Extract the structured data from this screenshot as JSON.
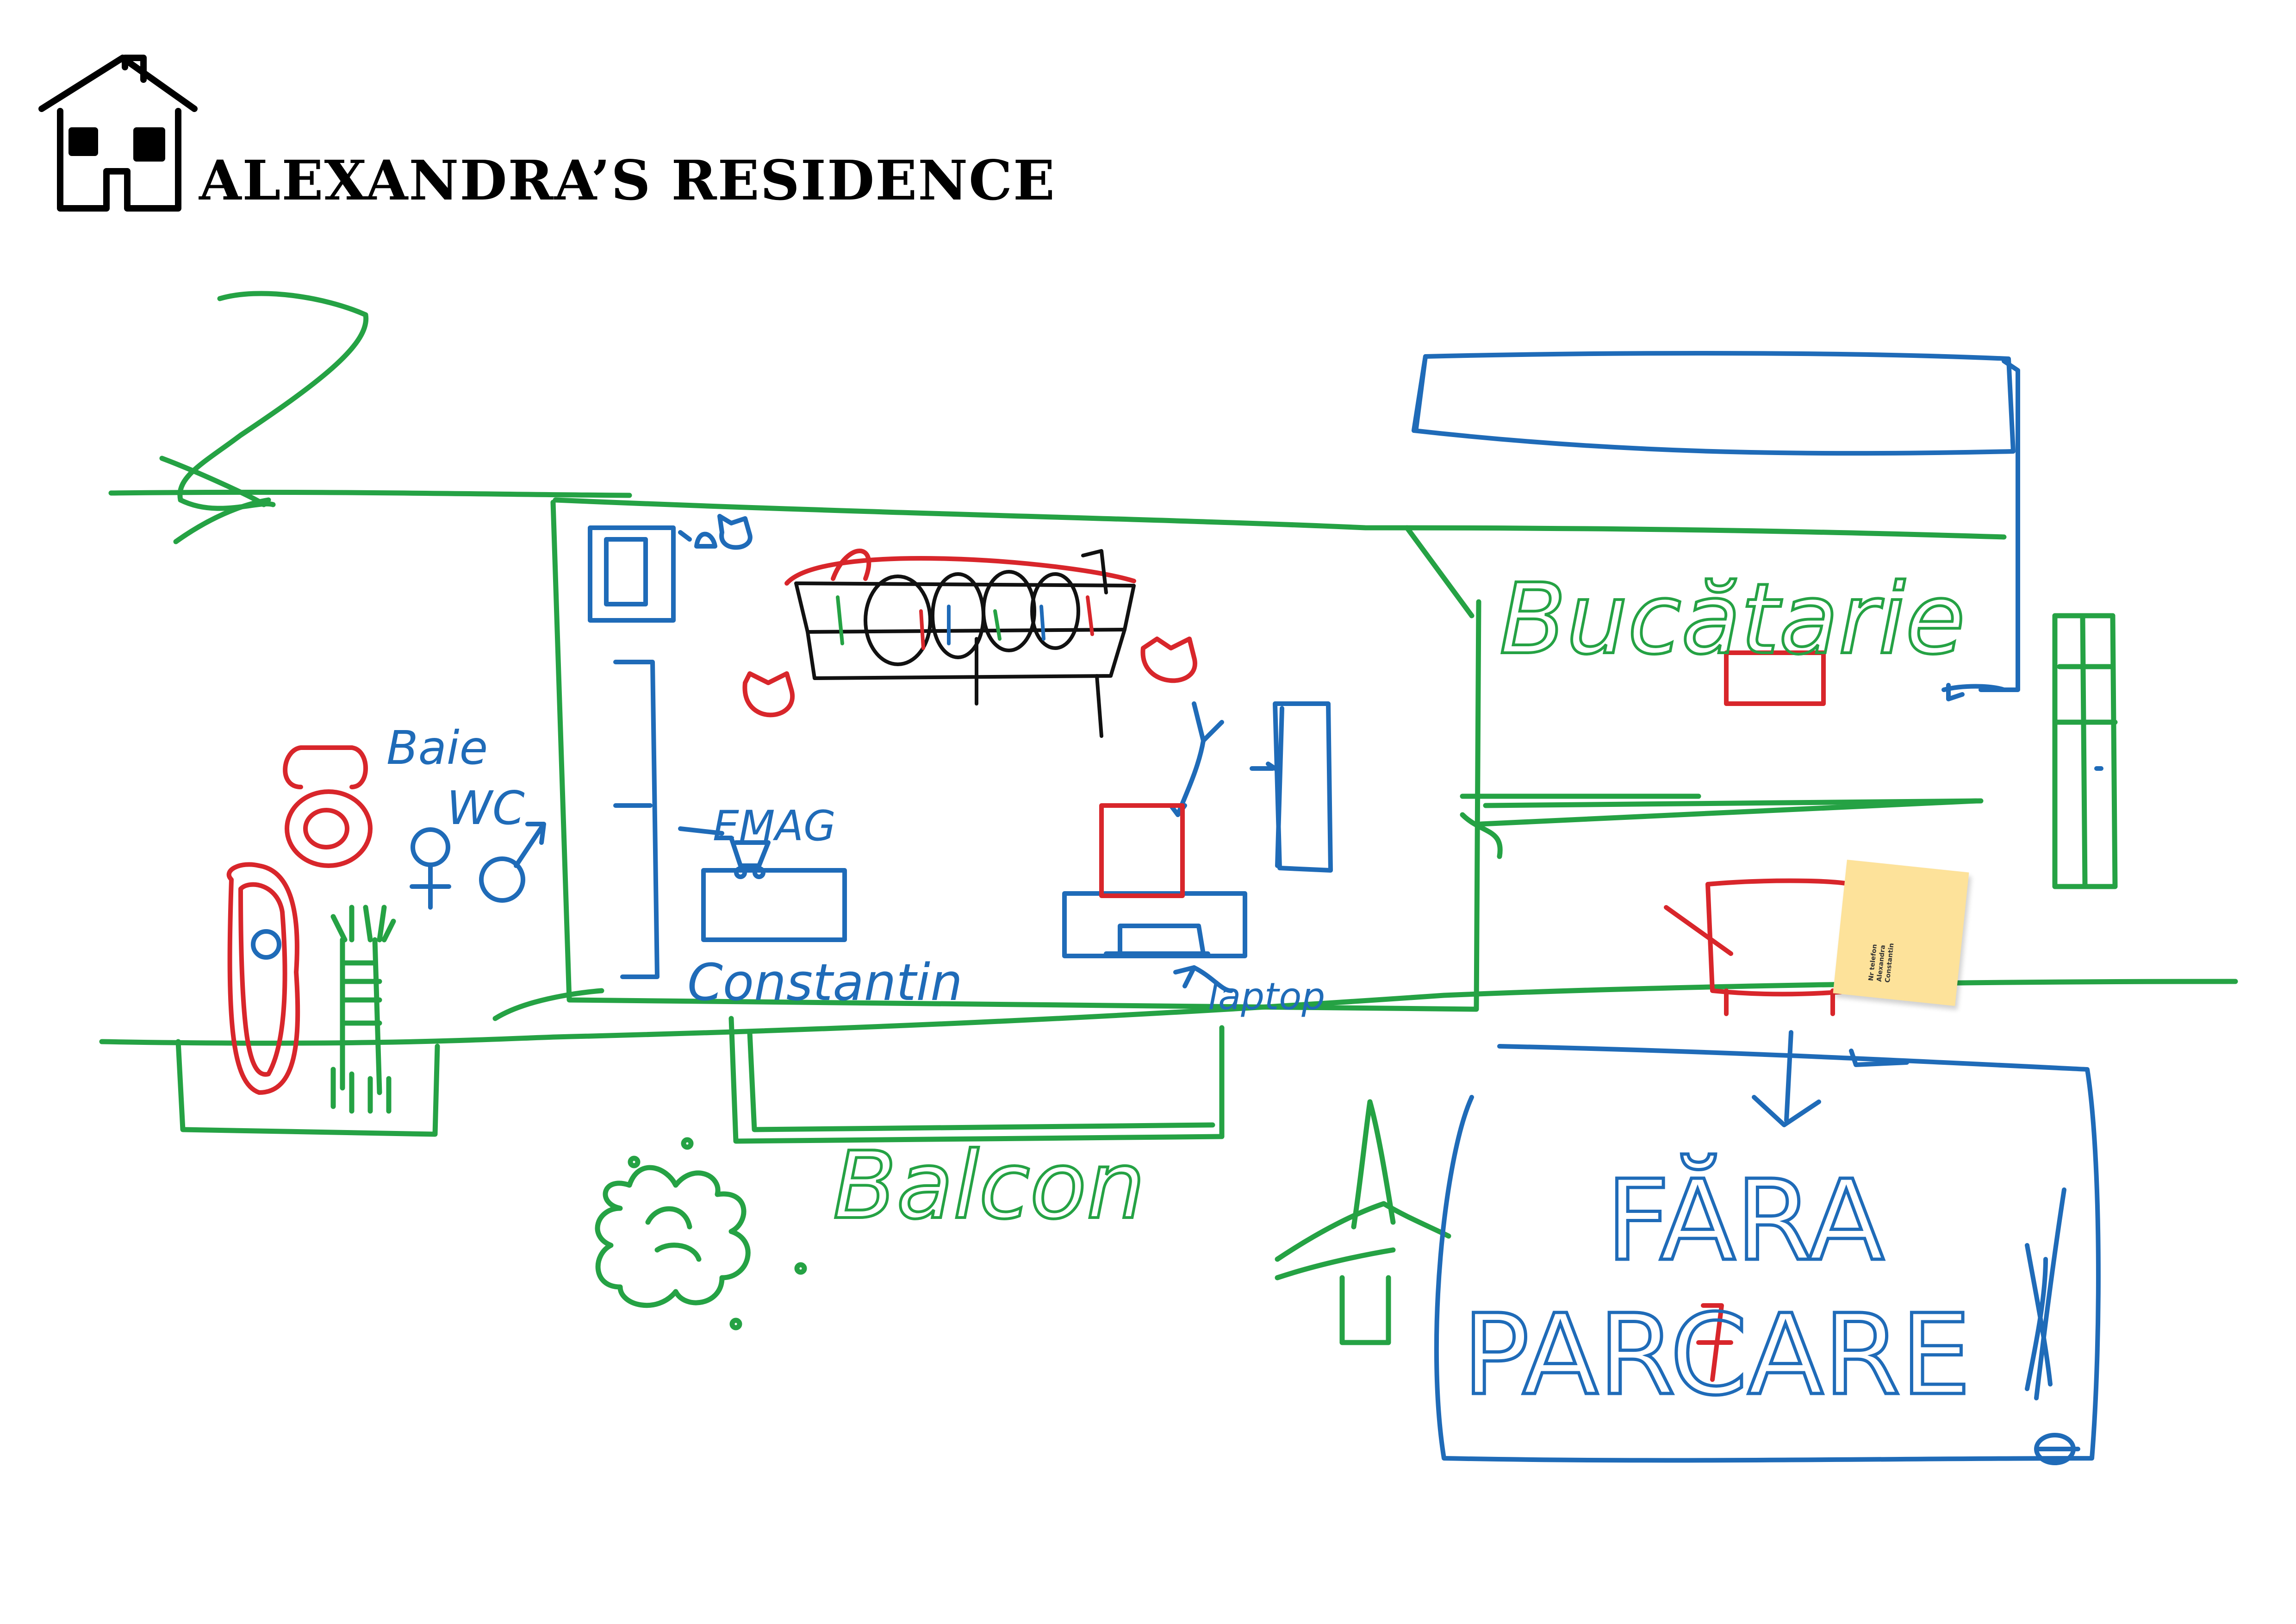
{
  "header": {
    "title": "ALEXANDRA’S RESIDENCE",
    "logo_icon": "house-icon"
  },
  "labels": {
    "bucatarie": "Bucătarie",
    "baie": "Baie",
    "wc": "WC",
    "emag": "EMAG",
    "constantin": "Constantin",
    "laptop": "laptop",
    "balcon": "Balcon",
    "fara": "FĂRA",
    "parcare": "PARCARE"
  },
  "sticky_note": {
    "line1": "Nr telefon",
    "line2": "Alexandra",
    "line3": "Constantin"
  },
  "colors": {
    "green": "#25a244",
    "blue": "#1f6bb8",
    "red": "#d8262b",
    "black": "#111111",
    "note": "#fde29a"
  }
}
